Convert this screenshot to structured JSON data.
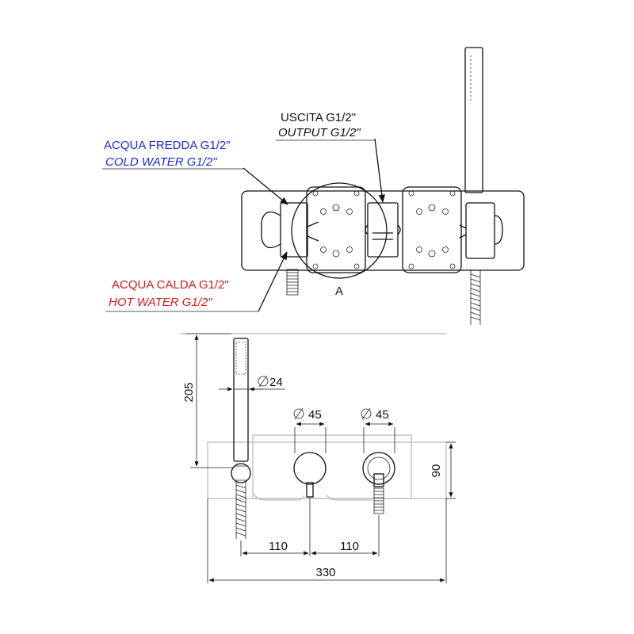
{
  "labels": {
    "outlet_it": "USCITA G1/2\"",
    "outlet_en": "OUTPUT G1/2\"",
    "cold_it": "ACQUA FREDDA G1/2\"",
    "cold_en": "COLD WATER G1/2\"",
    "hot_it": "ACQUA CALDA G1/2\"",
    "hot_en": "HOT WATER G1/2\"",
    "detail": "A"
  },
  "dimensions": {
    "hand_shower_height": "205",
    "hand_shower_diameter": "24",
    "knob_left_diameter": "45",
    "knob_right_diameter": "45",
    "plate_height": "90",
    "spacing_left": "110",
    "spacing_right": "110",
    "overall_width": "330"
  },
  "colors": {
    "cold": "#1c2bd4",
    "hot": "#d41c1c",
    "line": "#111111",
    "light_line": "#bdbdbd"
  }
}
